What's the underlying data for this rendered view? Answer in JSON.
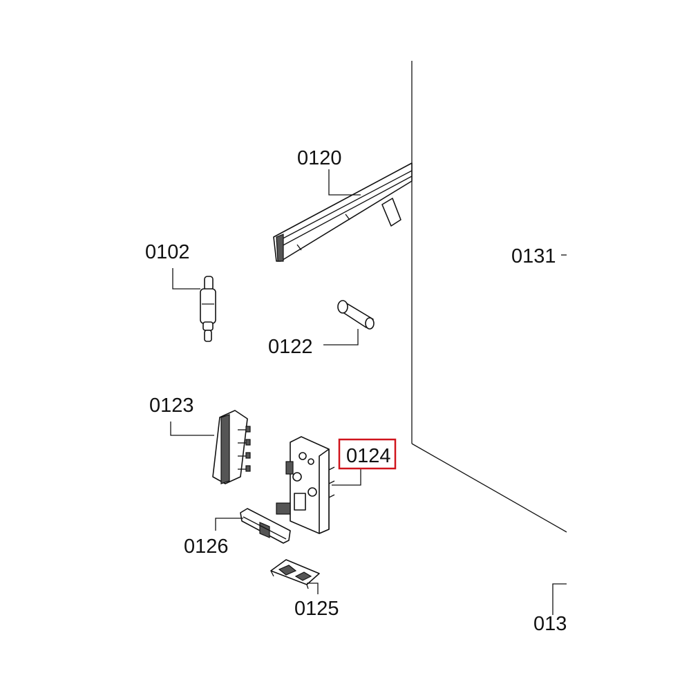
{
  "labels": {
    "p0120": "0120",
    "p0102": "0102",
    "p0131": "0131",
    "p0122": "0122",
    "p0123": "0123",
    "p0124": "0124",
    "p0126": "0126",
    "p0125": "0125",
    "p013x": "013"
  },
  "highlight": {
    "part": "0124",
    "color": "#d0141c"
  }
}
